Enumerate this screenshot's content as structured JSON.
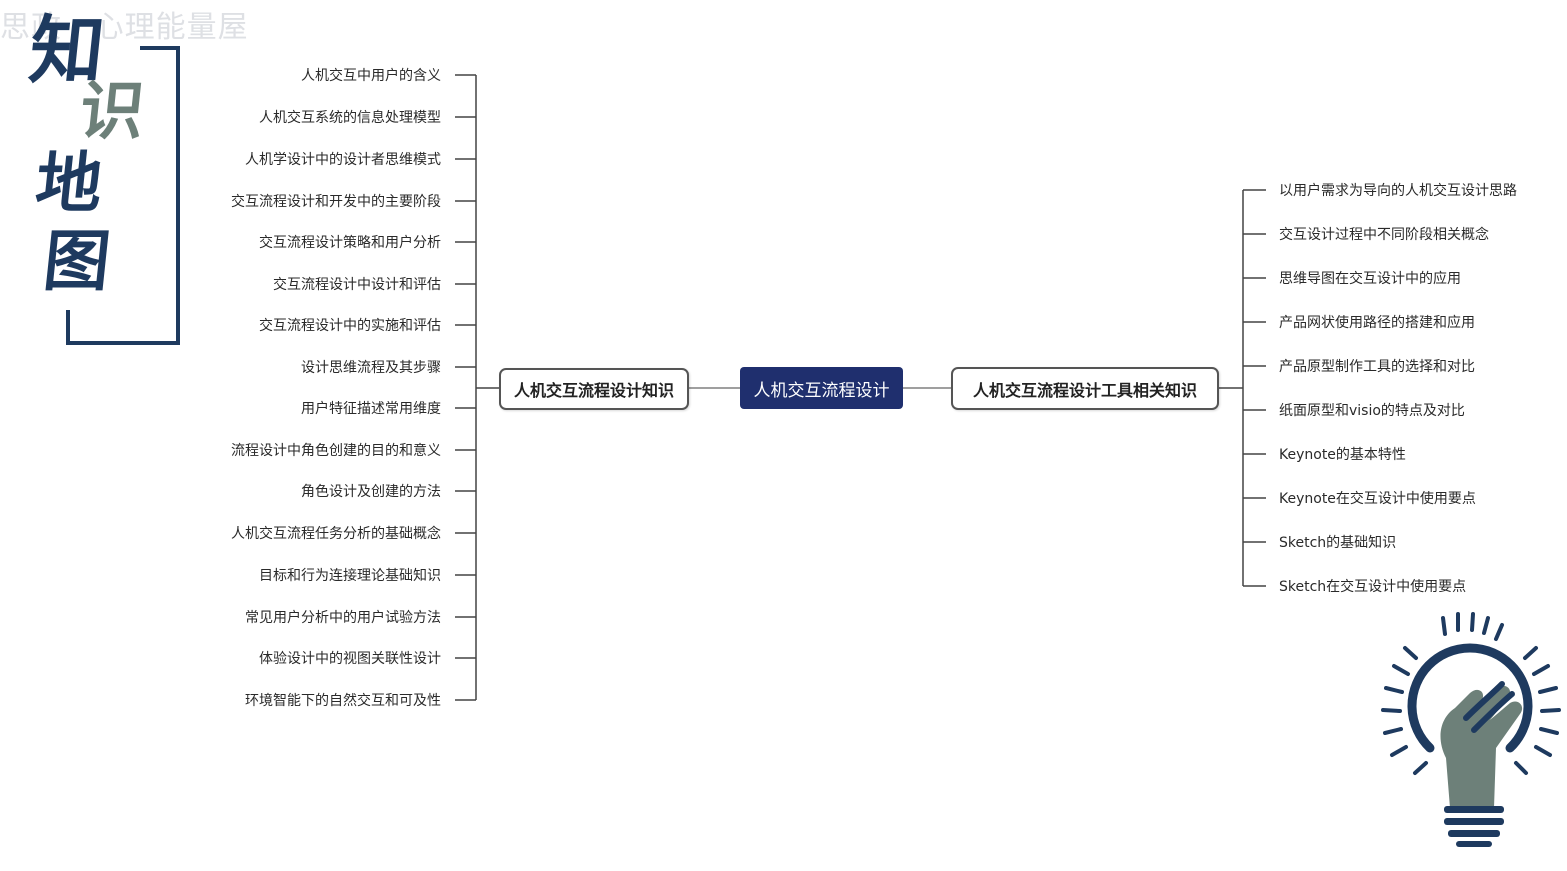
{
  "watermark": "思政 · 心理能量屋",
  "title_chars": [
    "知",
    "识",
    "地",
    "图"
  ],
  "colors": {
    "navy": "#1f2f6e",
    "title_blue": "#1e3a5f",
    "title_gray": "#6d8079",
    "line": "#444444"
  },
  "center": {
    "label": "人机交互流程设计"
  },
  "left_branch": {
    "label": "人机交互流程设计知识",
    "items": [
      "人机交互中用户的含义",
      "人机交互系统的信息处理模型",
      "人机学设计中的设计者思维模式",
      "交互流程设计和开发中的主要阶段",
      "交互流程设计策略和用户分析",
      "交互流程设计中设计和评估",
      "交互流程设计中的实施和评估",
      "设计思维流程及其步骤",
      "用户特征描述常用维度",
      "流程设计中角色创建的目的和意义",
      "角色设计及创建的方法",
      "人机交互流程任务分析的基础概念",
      "目标和行为连接理论基础知识",
      "常见用户分析中的用户试验方法",
      "体验设计中的视图关联性设计",
      "环境智能下的自然交互和可及性"
    ]
  },
  "right_branch": {
    "label": "人机交互流程设计工具相关知识",
    "items": [
      "以用户需求为导向的人机交互设计思路",
      "交互设计过程中不同阶段相关概念",
      "思维导图在交互设计中的应用",
      "产品网状使用路径的搭建和应用",
      "产品原型制作工具的选择和对比",
      "纸面原型和visio的特点及对比",
      "Keynote的基本特性",
      "Keynote在交互设计中使用要点",
      "Sketch的基础知识",
      "Sketch在交互设计中使用要点"
    ]
  },
  "icons": {
    "corner": "lightbulb-hand-icon"
  }
}
